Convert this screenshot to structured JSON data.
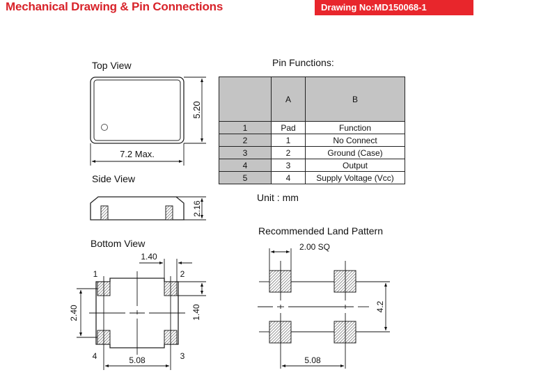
{
  "header": {
    "title": "Mechanical Drawing & Pin Connections",
    "drawing_no": "Drawing No:MD150068-1"
  },
  "views": {
    "top": {
      "label": "Top View",
      "height_dim": "5.20",
      "width_dim": "7.2 Max."
    },
    "side": {
      "label": "Side View",
      "height_dim": "2.16"
    },
    "bottom": {
      "label": "Bottom View",
      "pad_width_dim": "1.40",
      "pad_height_dim": "1.40",
      "pitch_v_dim": "2.40",
      "pitch_h_dim": "5.08",
      "pin1": "1",
      "pin2": "2",
      "pin3": "3",
      "pin4": "4"
    },
    "land": {
      "label": "Recommended Land Pattern",
      "pad_size_dim": "2.00 SQ",
      "pitch_v_dim": "4.2",
      "pitch_h_dim": "5.08"
    }
  },
  "pin_functions": {
    "title": "Pin Functions:",
    "header": [
      "",
      "A",
      "B"
    ],
    "rows": [
      [
        "1",
        "Pad",
        "Function"
      ],
      [
        "2",
        "1",
        "No Connect"
      ],
      [
        "3",
        "2",
        "Ground (Case)"
      ],
      [
        "4",
        "3",
        "Output"
      ],
      [
        "5",
        "4",
        "Supply Voltage (Vcc)"
      ]
    ],
    "unit": "Unit : mm"
  },
  "colors": {
    "title_red": "#d8232a",
    "banner_red": "#e8262c",
    "table_gray": "#c4c4c4"
  }
}
